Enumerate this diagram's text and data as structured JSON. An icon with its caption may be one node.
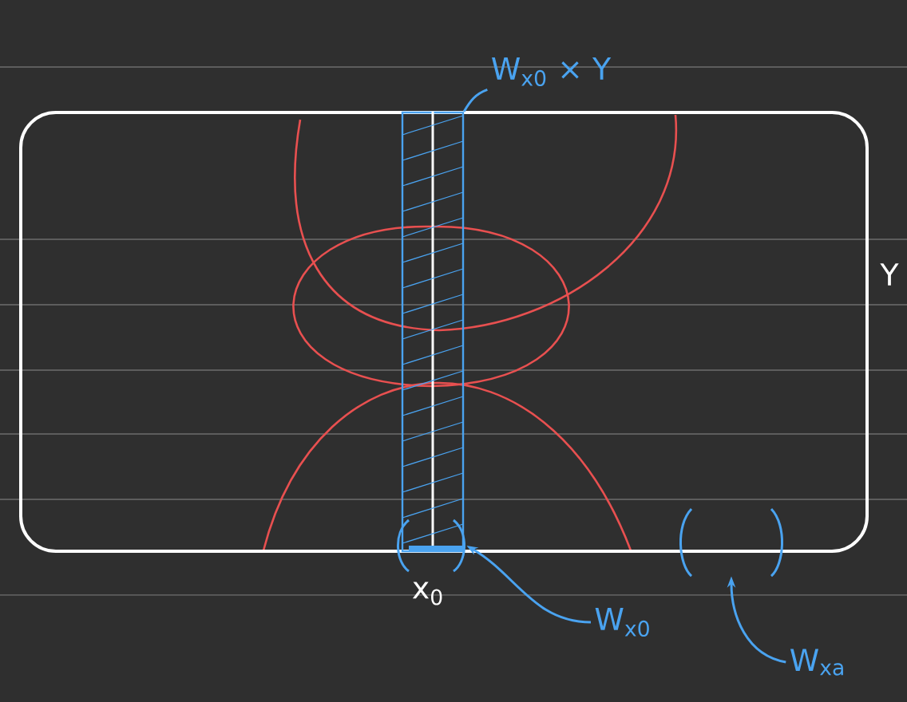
{
  "diagram": {
    "nodes": [
      {
        "text": [],
        "shape": "box",
        "beside": [
          "Y"
        ]
      },
      {
        "text": [],
        "shape": "bar",
        "in": 0
      },
      {
        "text": [
          "W$_{x0}$ × Y"
        ]
      },
      {
        "text": [],
        "shape": "arc"
      },
      {
        "text": [
          "W$_{x0}$"
        ]
      },
      {
        "text": [],
        "shape": "arc"
      },
      {
        "text": [
          "W$_{xa}$"
        ]
      }
    ],
    "edges": [
      {
        "from": 2,
        "to": 1,
        "arrow": "none"
      },
      {
        "from": 4,
        "to": 3,
        "arrow": "to"
      },
      {
        "from": 6,
        "to": 5,
        "arrow": "to"
      }
    ],
    "labels": [
      "x$_{0}$"
    ]
  }
}
